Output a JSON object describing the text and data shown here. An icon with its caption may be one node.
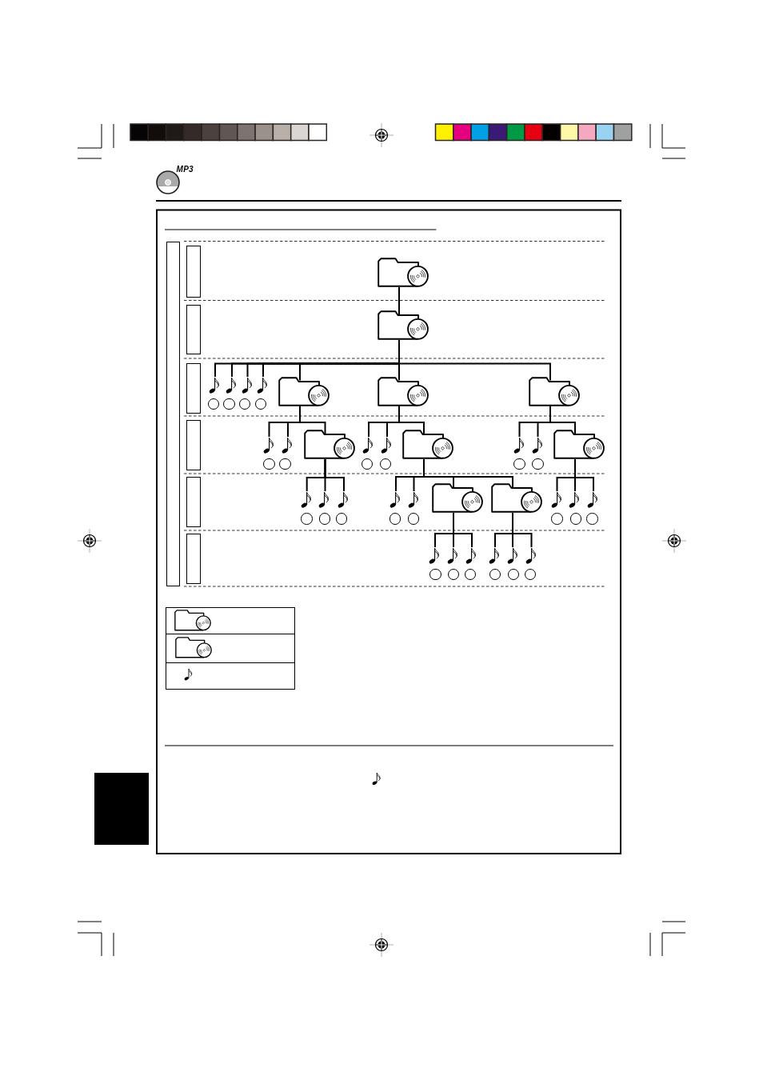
{
  "diagram": {
    "nodes": [
      {
        "text": [],
        "shape": "box"
      },
      {
        "text": [],
        "shape": "box"
      },
      {
        "text": [],
        "shape": "folder"
      },
      {
        "text": [],
        "shape": "box"
      },
      {
        "text": [],
        "shape": "folder"
      },
      {
        "text": [],
        "shape": "box"
      },
      {
        "text": [],
        "shape": "note"
      },
      {
        "text": [],
        "shape": "circle"
      },
      {
        "text": [],
        "shape": "note"
      },
      {
        "text": [],
        "shape": "circle"
      },
      {
        "text": [],
        "shape": "note"
      },
      {
        "text": [],
        "shape": "circle"
      },
      {
        "text": [],
        "shape": "note"
      },
      {
        "text": [],
        "shape": "circle"
      },
      {
        "text": [],
        "shape": "folder"
      },
      {
        "text": [],
        "shape": "folder"
      },
      {
        "text": [],
        "shape": "folder"
      },
      {
        "text": [],
        "shape": "box"
      },
      {
        "text": [],
        "shape": "note"
      },
      {
        "text": [],
        "shape": "circle"
      },
      {
        "text": [],
        "shape": "note"
      },
      {
        "text": [],
        "shape": "circle"
      },
      {
        "text": [],
        "shape": "folder"
      },
      {
        "text": [],
        "shape": "note"
      },
      {
        "text": [],
        "shape": "circle"
      },
      {
        "text": [],
        "shape": "note"
      },
      {
        "text": [],
        "shape": "circle"
      },
      {
        "text": [],
        "shape": "folder"
      },
      {
        "text": [],
        "shape": "note"
      },
      {
        "text": [],
        "shape": "circle"
      },
      {
        "text": [],
        "shape": "note"
      },
      {
        "text": [],
        "shape": "circle"
      },
      {
        "text": [],
        "shape": "folder"
      },
      {
        "text": [],
        "shape": "box"
      },
      {
        "text": [],
        "shape": "note"
      },
      {
        "text": [],
        "shape": "circle"
      },
      {
        "text": [],
        "shape": "note"
      },
      {
        "text": [],
        "shape": "circle"
      },
      {
        "text": [],
        "shape": "note"
      },
      {
        "text": [],
        "shape": "circle"
      },
      {
        "text": [],
        "shape": "note"
      },
      {
        "text": [],
        "shape": "circle"
      },
      {
        "text": [],
        "shape": "note"
      },
      {
        "text": [],
        "shape": "circle"
      },
      {
        "text": [],
        "shape": "folder"
      },
      {
        "text": [],
        "shape": "folder"
      },
      {
        "text": [],
        "shape": "note"
      },
      {
        "text": [],
        "shape": "circle"
      },
      {
        "text": [],
        "shape": "note"
      },
      {
        "text": [],
        "shape": "circle"
      },
      {
        "text": [],
        "shape": "note"
      },
      {
        "text": [],
        "shape": "circle"
      },
      {
        "text": [],
        "shape": "box"
      },
      {
        "text": [],
        "shape": "note"
      },
      {
        "text": [],
        "shape": "circle"
      },
      {
        "text": [],
        "shape": "note"
      },
      {
        "text": [],
        "shape": "circle"
      },
      {
        "text": [],
        "shape": "note"
      },
      {
        "text": [],
        "shape": "circle"
      },
      {
        "text": [],
        "shape": "note"
      },
      {
        "text": [],
        "shape": "circle"
      },
      {
        "text": [],
        "shape": "note"
      },
      {
        "text": [],
        "shape": "circle"
      },
      {
        "text": [],
        "shape": "note"
      },
      {
        "text": [],
        "shape": "circle"
      },
      {
        "text": [],
        "shape": "box"
      },
      {
        "text": [],
        "shape": "folder",
        "in": 65
      },
      {
        "text": [],
        "shape": "box"
      },
      {
        "text": [],
        "shape": "folder",
        "in": 67
      },
      {
        "text": [],
        "shape": "box"
      },
      {
        "text": [],
        "shape": "note",
        "in": 69
      },
      {
        "text": [],
        "shape": "box"
      }
    ],
    "edges": [
      {
        "from": 2,
        "to": 4,
        "arrow": "none"
      },
      {
        "from": 4,
        "to": 6,
        "arrow": "none"
      },
      {
        "from": 4,
        "to": 8,
        "arrow": "none"
      },
      {
        "from": 4,
        "to": 10,
        "arrow": "none"
      },
      {
        "from": 4,
        "to": 12,
        "arrow": "none"
      },
      {
        "from": 4,
        "to": 14,
        "arrow": "none"
      },
      {
        "from": 4,
        "to": 15,
        "arrow": "none"
      },
      {
        "from": 4,
        "to": 16,
        "arrow": "none"
      },
      {
        "from": 14,
        "to": 18,
        "arrow": "none"
      },
      {
        "from": 14,
        "to": 20,
        "arrow": "none"
      },
      {
        "from": 14,
        "to": 22,
        "arrow": "none"
      },
      {
        "from": 15,
        "to": 23,
        "arrow": "none"
      },
      {
        "from": 15,
        "to": 25,
        "arrow": "none"
      },
      {
        "from": 15,
        "to": 27,
        "arrow": "none"
      },
      {
        "from": 16,
        "to": 28,
        "arrow": "none"
      },
      {
        "from": 16,
        "to": 30,
        "arrow": "none"
      },
      {
        "from": 16,
        "to": 32,
        "arrow": "none"
      },
      {
        "from": 22,
        "to": 34,
        "arrow": "none"
      },
      {
        "from": 22,
        "to": 36,
        "arrow": "none"
      },
      {
        "from": 22,
        "to": 38,
        "arrow": "none"
      },
      {
        "from": 27,
        "to": 40,
        "arrow": "none"
      },
      {
        "from": 27,
        "to": 42,
        "arrow": "none"
      },
      {
        "from": 27,
        "to": 44,
        "arrow": "none"
      },
      {
        "from": 27,
        "to": 45,
        "arrow": "none"
      },
      {
        "from": 32,
        "to": 46,
        "arrow": "none"
      },
      {
        "from": 32,
        "to": 48,
        "arrow": "none"
      },
      {
        "from": 32,
        "to": 50,
        "arrow": "none"
      },
      {
        "from": 44,
        "to": 53,
        "arrow": "none"
      },
      {
        "from": 44,
        "to": 55,
        "arrow": "none"
      },
      {
        "from": 44,
        "to": 57,
        "arrow": "none"
      },
      {
        "from": 45,
        "to": 59,
        "arrow": "none"
      },
      {
        "from": 45,
        "to": 61,
        "arrow": "none"
      },
      {
        "from": 45,
        "to": 63,
        "arrow": "none"
      }
    ],
    "labels": [
      "MP3"
    ]
  }
}
